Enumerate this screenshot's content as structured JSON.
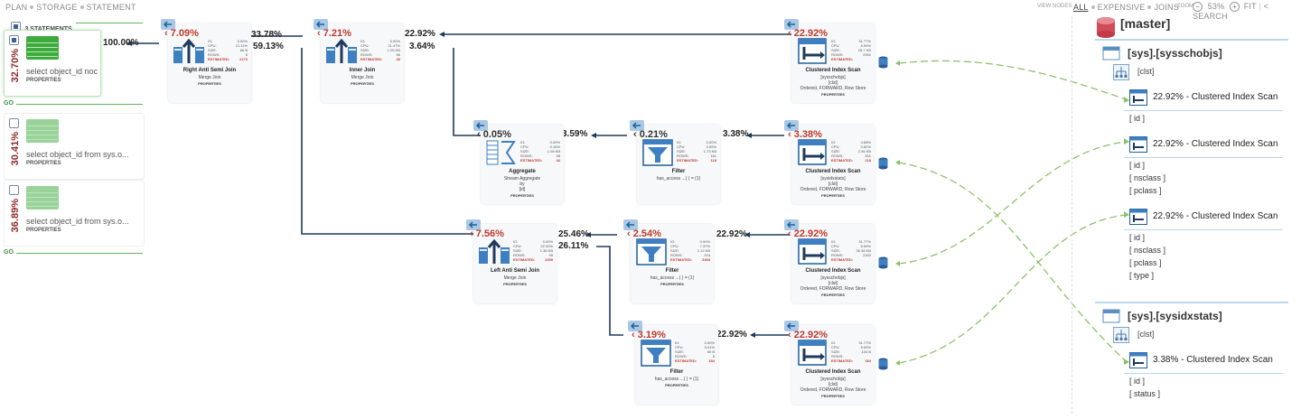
{
  "topnav": {
    "items": [
      "PLAN",
      "STORAGE",
      "STATEMENT"
    ]
  },
  "viewnodes": {
    "label": "VIEW NODES:",
    "options": [
      "ALL",
      "EXPENSIVE",
      "JOINS"
    ],
    "zoom_label": "ZOOM",
    "zoom_value": "53%",
    "fit": "FIT",
    "search": "< SEARCH"
  },
  "sidebar": {
    "header": "3 STATEMENTS",
    "go": "GO",
    "statements": [
      {
        "pct": "32.70%",
        "text": "select object_id  noc",
        "props": "PROPERTIES"
      },
      {
        "pct": "30.41%",
        "text": "select object_id from sys.o...",
        "props": "PROPERTIES"
      },
      {
        "pct": "36.89%",
        "text": "select object_id from sys.o...",
        "props": "PROPERTIES"
      }
    ]
  },
  "statlabels": {
    "io": "IO:",
    "cpu": "CPU:",
    "size": "SIZE:",
    "rows": "ROWS:",
    "est": "ESTIMATED:"
  },
  "nodes": [
    {
      "id": "raj",
      "cost": "7.09%",
      "title": "Right Anti Semi Join",
      "sub": [
        "Merge Join"
      ],
      "props": "PROPERTIES",
      "io": "0.00%",
      "cpu": "21.11%",
      "size": "66 B",
      "rows": "6",
      "est": "2173"
    },
    {
      "id": "ij",
      "cost": "7.21%",
      "title": "Inner Join",
      "sub": [
        "Merge Join"
      ],
      "props": "PROPERTIES",
      "io": "0.00%",
      "cpu": "21.47%",
      "size": "1.05 KB",
      "rows": "56",
      "est": "40"
    },
    {
      "id": "cis1",
      "cost": "22.92%",
      "title": "Clustered Index Scan",
      "sub": [
        "[sysschobjs]",
        "[clst]",
        "Ordered, FORWARD, Row Store"
      ],
      "props": "PROPERTIES",
      "io": "31.77%",
      "cpu": "5.59%",
      "size": "25.7 KB",
      "rows": "2392",
      "est": ""
    },
    {
      "id": "agg",
      "cost": "0.05%",
      "title": "Aggregate",
      "sub": [
        "Stream Aggregate",
        "by",
        "[id]"
      ],
      "props": "PROPERTIES",
      "io": "0.00%",
      "cpu": "0.16%",
      "size": "1.05 KB",
      "rows": "98",
      "est": "42"
    },
    {
      "id": "f1",
      "cost": "0.21%",
      "title": "Filter",
      "sub": [
        "has_access ...( ) = (1)"
      ],
      "props": "",
      "io": "0.00%",
      "cpu": "0.59%",
      "size": "1.73 KB",
      "rows": "161",
      "est": "118"
    },
    {
      "id": "cis2",
      "cost": "3.38%",
      "title": "Clustered Index Scan",
      "sub": [
        "[sysidxstats]",
        "[clst]",
        "Ordered, FORWARD, Row Store"
      ],
      "props": "PROPERTIES",
      "io": "4.68%",
      "cpu": "0.82%",
      "size": "2.36 KB",
      "rows": "161",
      "est": "118"
    },
    {
      "id": "laj",
      "cost": "7.56%",
      "title": "Left Anti Semi Join",
      "sub": [
        "Merge Join"
      ],
      "props": "PROPERTIES",
      "io": "0.00%",
      "cpu": "22.00%",
      "size": "1.36 KB",
      "rows": "99",
      "est": "2209"
    },
    {
      "id": "f2",
      "cost": "2.54%",
      "title": "Filter",
      "sub": [
        "has_access ...( ) = (1)"
      ],
      "props": "PROPERTIES",
      "io": "0.00%",
      "cpu": "7.37%",
      "size": "1.12 KB",
      "rows": "104",
      "est": "2393"
    },
    {
      "id": "cis3",
      "cost": "22.92%",
      "title": "Clustered Index Scan",
      "sub": [
        "[sysschobjs]",
        "[clst]",
        "Ordered, FORWARD, Row Store"
      ],
      "props": "PROPERTIES",
      "io": "31.77%",
      "cpu": "5.59%",
      "size": "30.36 KB",
      "rows": "2393",
      "est": ""
    },
    {
      "id": "f3",
      "cost": "3.19%",
      "title": "Filter",
      "sub": [
        "has_access ...( ) = (1)"
      ],
      "props": "PROPERTIES",
      "io": "0.00%",
      "cpu": "9.01%",
      "size": "50 B",
      "rows": "5",
      "est": "184"
    },
    {
      "id": "cis4",
      "cost": "22.92%",
      "title": "Clustered Index Scan",
      "sub": [
        "[sysschobjs]",
        "[clst]",
        "Ordered, FORWARD, Row Store"
      ],
      "props": "PROPERTIES",
      "io": "31.77%",
      "cpu": "5.59%",
      "size": "103 B",
      "rows": "",
      "est": "184"
    }
  ],
  "edges": {
    "root": "100.00%",
    "raj_a": "33.78%",
    "raj_b": "59.13%",
    "ij_a": "22.92%",
    "ij_b": "3.64%",
    "agg_in": "3.59%",
    "f1_in": "3.38%",
    "laj_a": "25.46%",
    "laj_b": "26.11%",
    "f2_in": "22.92%",
    "f3_in": "22.92%"
  },
  "storage": {
    "db": "[master]",
    "tables": [
      {
        "name": "[sys].[sysschobjs]",
        "index": "[clst]",
        "scans": [
          {
            "label": "22.92% - Clustered Index Scan",
            "cols": [
              "[ id ]"
            ]
          },
          {
            "label": "22.92% - Clustered Index Scan",
            "cols": [
              "[ id ]",
              "[ nsclass ]",
              "[ pclass ]"
            ]
          },
          {
            "label": "22.92% - Clustered Index Scan",
            "cols": [
              "[ id ]",
              "[ nsclass ]",
              "[ pclass ]",
              "[ type ]"
            ]
          }
        ]
      },
      {
        "name": "[sys].[sysidxstats]",
        "index": "[clst]",
        "scans": [
          {
            "label": "3.38% - Clustered Index Scan",
            "cols": [
              "[ id ]",
              "[ status ]"
            ]
          }
        ]
      }
    ]
  }
}
